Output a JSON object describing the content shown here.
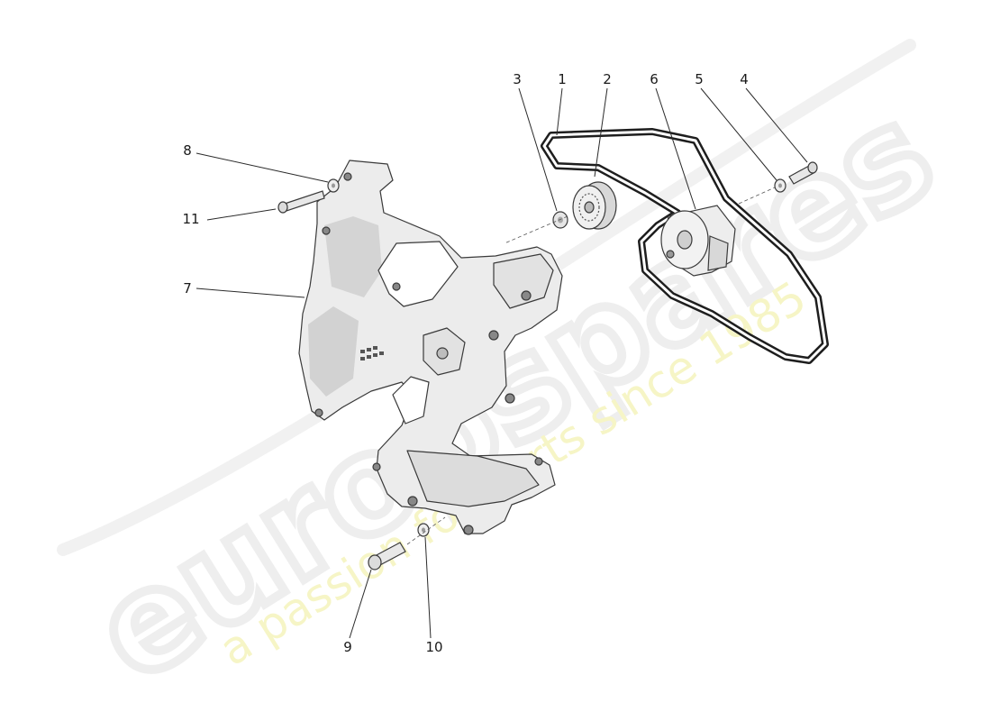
{
  "watermark": {
    "logo": "europspares",
    "tagline": "a passion for parts since 1985"
  },
  "callouts": [
    {
      "id": "1",
      "label": "1"
    },
    {
      "id": "2",
      "label": "2"
    },
    {
      "id": "3",
      "label": "3"
    },
    {
      "id": "4",
      "label": "4"
    },
    {
      "id": "5",
      "label": "5"
    },
    {
      "id": "6",
      "label": "6"
    },
    {
      "id": "7",
      "label": "7"
    },
    {
      "id": "8",
      "label": "8"
    },
    {
      "id": "9",
      "label": "9"
    },
    {
      "id": "10",
      "label": "10"
    },
    {
      "id": "11",
      "label": "11"
    }
  ],
  "colors": {
    "part_fill": "#ececec",
    "part_shadow": "#c9c9c9",
    "part_outline": "#3a3a3a",
    "belt": "#1e1e1e",
    "watermark_gray": "#eeeeee",
    "watermark_yellow": "#f6f5c6"
  }
}
